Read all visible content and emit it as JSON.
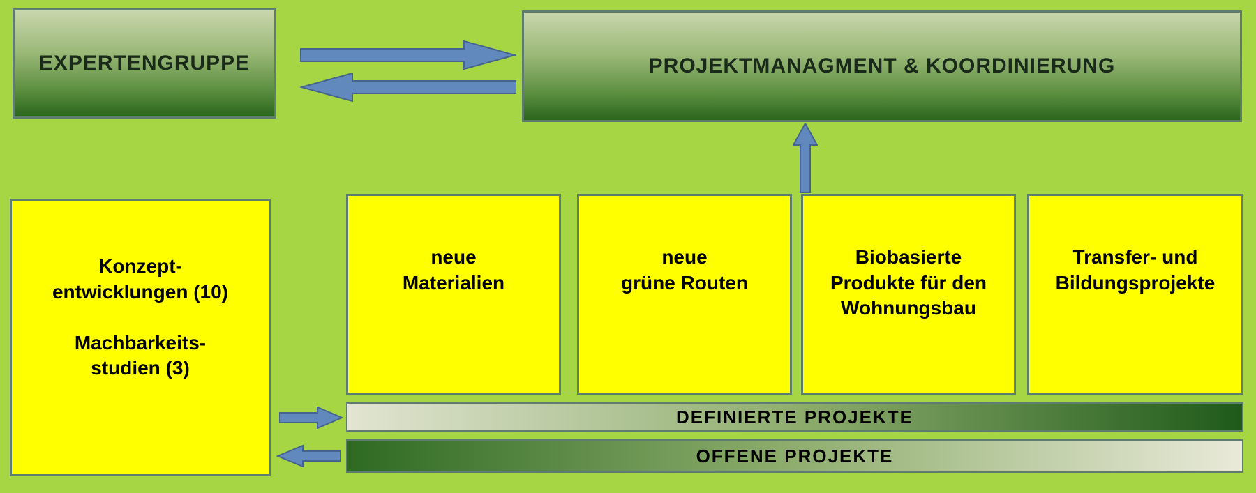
{
  "colors": {
    "background": "#a6d644",
    "box_border": "#5f7d6e",
    "yellow_box": "#ffff00",
    "green_gradient_light": "#c9d6ac",
    "green_gradient_dark": "#2a661d",
    "arrow_fill": "#6289bd",
    "arrow_stroke": "#45648f",
    "heading_text": "#1a2a1a"
  },
  "top": {
    "expert_group": "EXPERTENGRUPPE",
    "project_management": "PROJEKTMANAGMENT & KOORDINIERUNG"
  },
  "left_panel": {
    "text": "Konzept-\nentwicklungen (10)\n\nMachbarkeits-\nstudien (3)"
  },
  "projects": [
    {
      "label": "neue\nMaterialien"
    },
    {
      "label": "neue\ngrüne Routen"
    },
    {
      "label": "Biobasierte\nProdukte für den\nWohnungsbau"
    },
    {
      "label": "Transfer- und\nBildungsprojekte"
    }
  ],
  "bars": {
    "defined": "DEFINIERTE PROJEKTE",
    "open": "OFFENE PROJEKTE"
  }
}
